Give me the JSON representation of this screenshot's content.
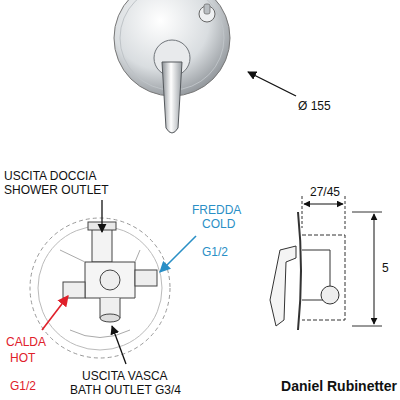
{
  "diagram": {
    "labels": [
      "Ø 155",
      "USCITA DOCCIA",
      "SHOWER OUTLET",
      "FREDDA",
      "COLD",
      "G1/2",
      "CALDA",
      "HOT",
      "G1/2",
      "USCITA VASCA",
      "BATH OUTLET G3/4",
      "27/45",
      "5",
      "Daniel Rubinetter"
    ]
  }
}
